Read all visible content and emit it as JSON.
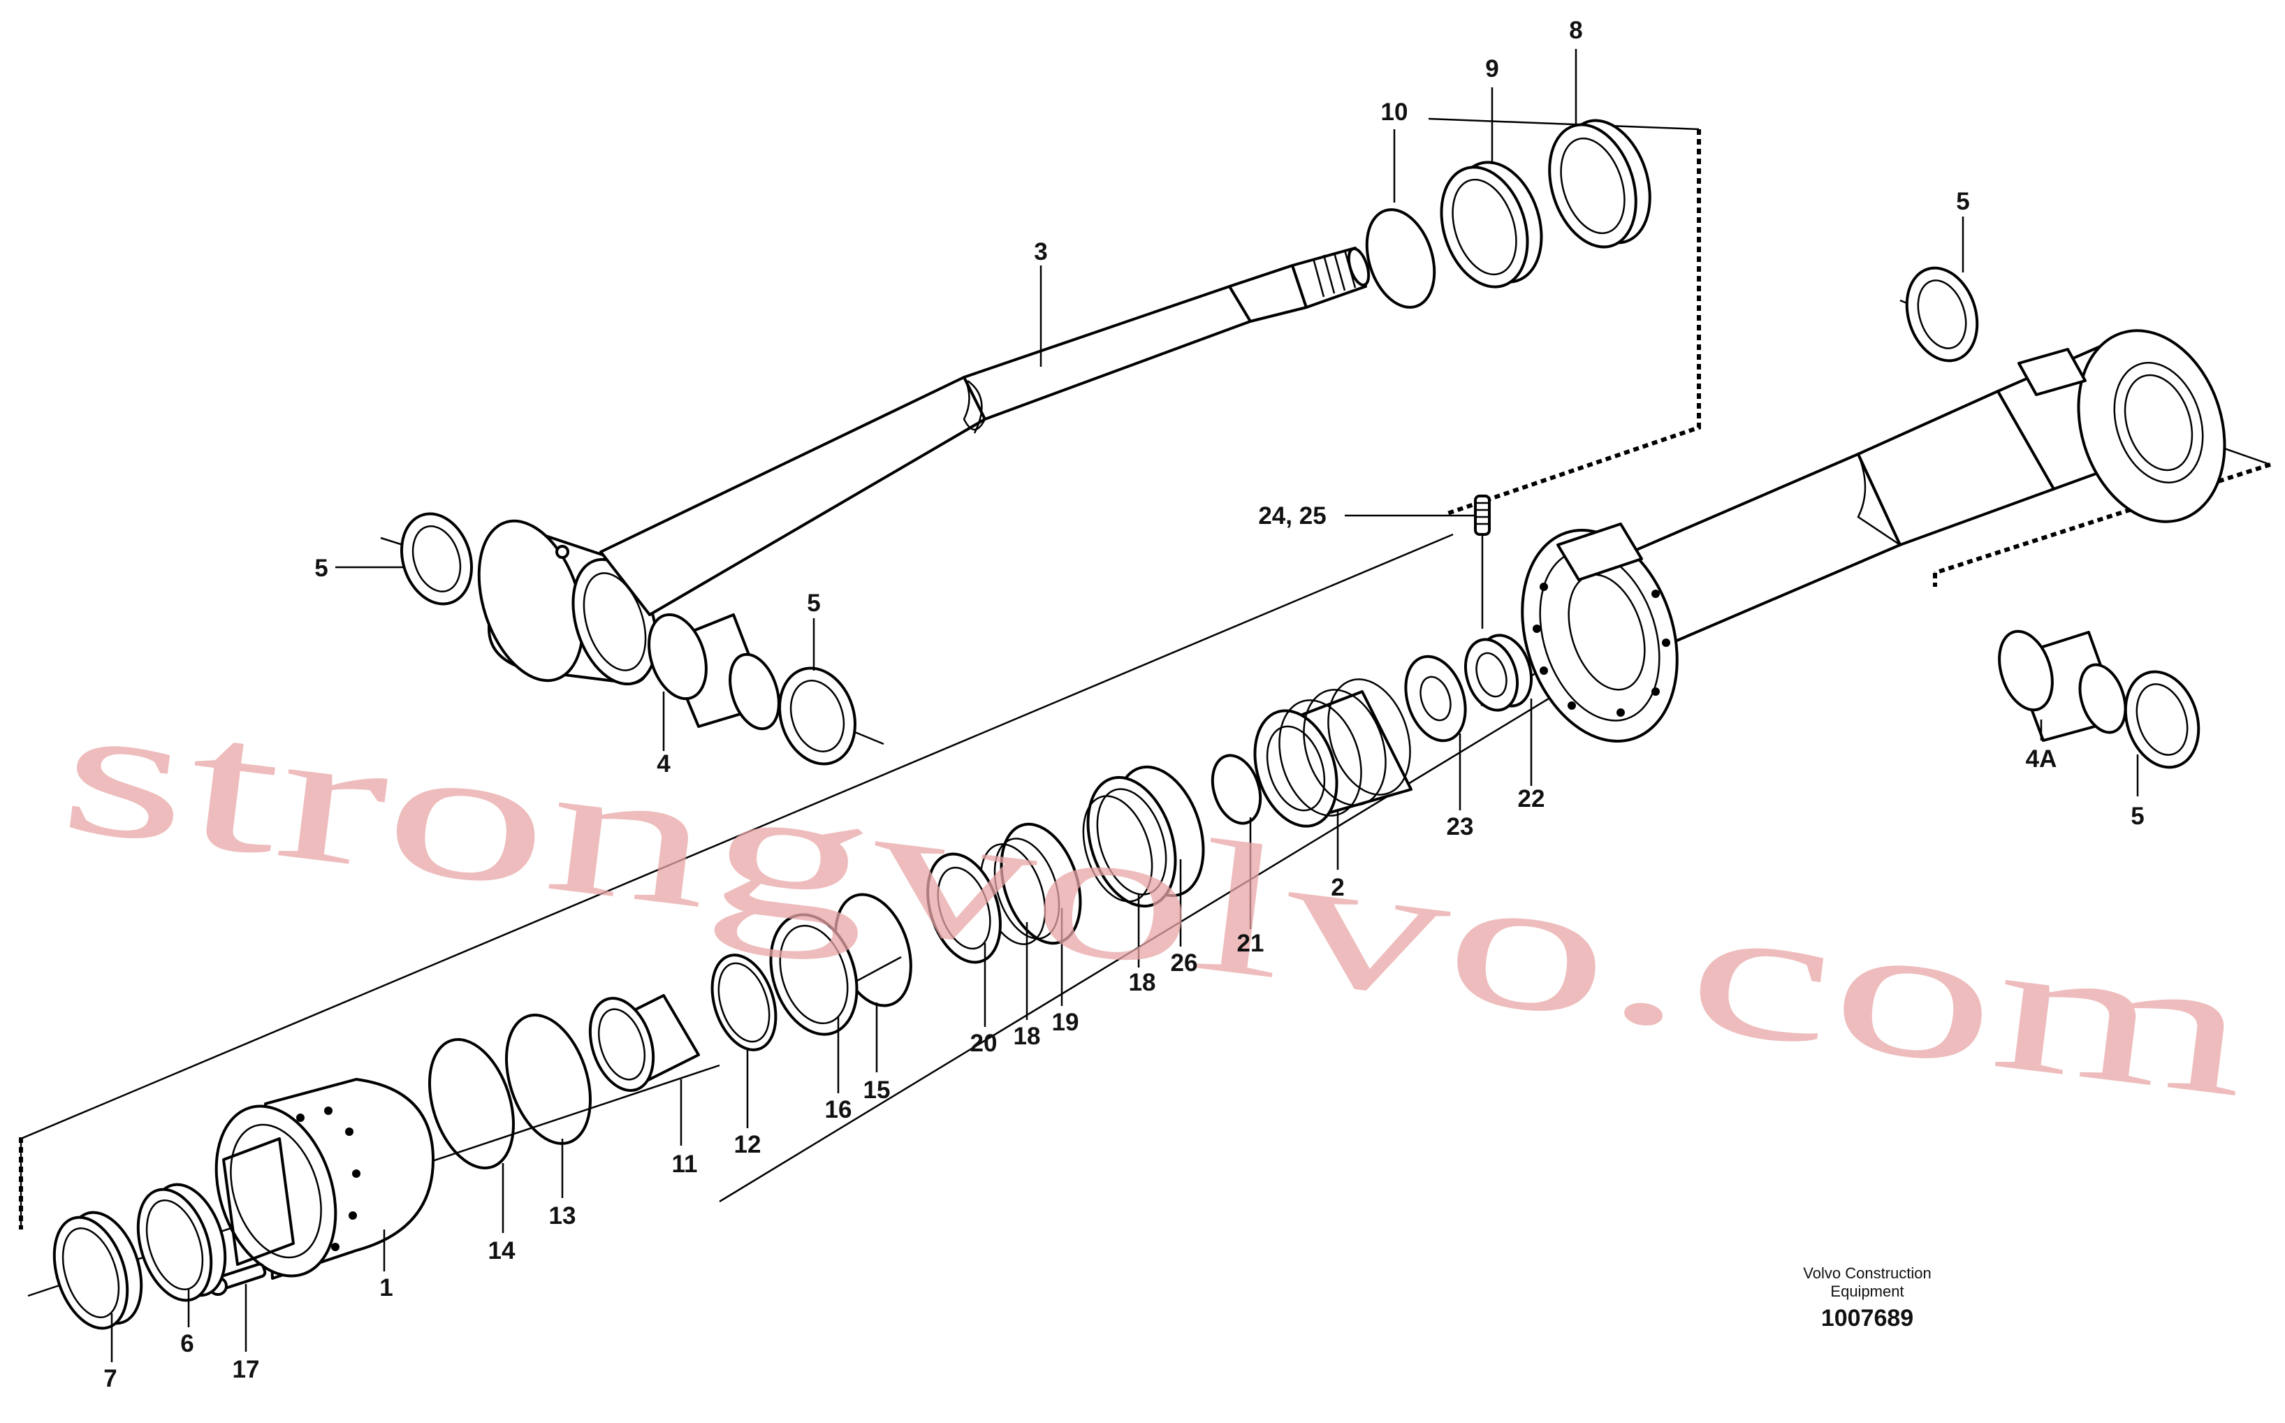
{
  "diagram": {
    "type": "exploded parts diagram",
    "subject": "hydraulic cylinder",
    "watermark": "strongvolvo.com",
    "credit_line1": "Volvo Construction",
    "credit_line2": "Equipment",
    "document_number": "1007689",
    "callouts": {
      "p1": "1",
      "p2": "2",
      "p3": "3",
      "p4": "4",
      "p4a": "4A",
      "p5a": "5",
      "p5b": "5",
      "p5c": "5",
      "p5d": "5",
      "p6": "6",
      "p7": "7",
      "p8": "8",
      "p9": "9",
      "p10": "10",
      "p11": "11",
      "p12": "12",
      "p13": "13",
      "p14": "14",
      "p15": "15",
      "p16": "16",
      "p17": "17",
      "p18a": "18",
      "p18b": "18",
      "p19": "19",
      "p20": "20",
      "p21": "21",
      "p22": "22",
      "p23": "23",
      "p2425": "24, 25",
      "p26": "26"
    }
  }
}
